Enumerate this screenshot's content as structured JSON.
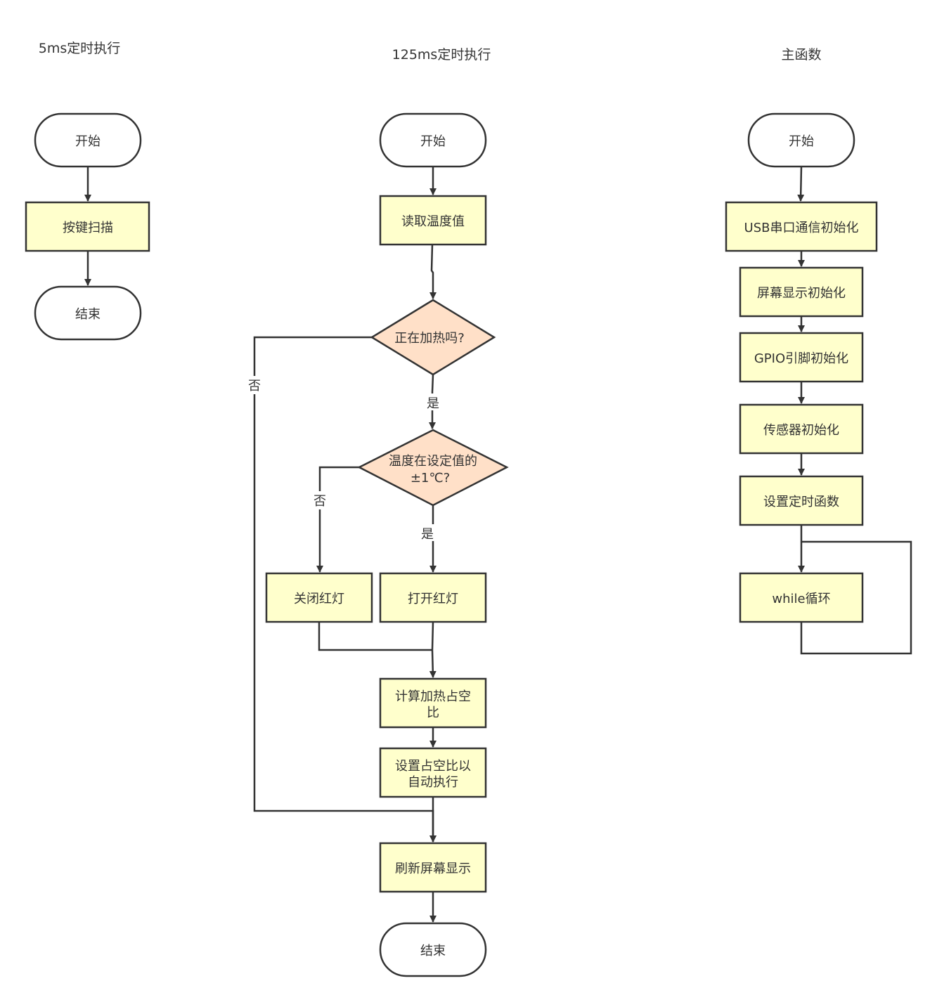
{
  "titles": {
    "col1": "5ms定时执行",
    "col2": "125ms定时执行",
    "col3": "主函数"
  },
  "col1": {
    "start": "开始",
    "scan": "按键扫描",
    "end": "结束"
  },
  "col2": {
    "start": "开始",
    "read": "读取温度值",
    "heating_q": "正在加热吗?",
    "temp_q_line1": "温度在设定值的",
    "temp_q_line2": "±1℃?",
    "red_off": "关闭红灯",
    "red_on": "打开红灯",
    "calc_line1": "计算加热占空",
    "calc_line2": "比",
    "set_line1": "设置占空比以",
    "set_line2": "自动执行",
    "refresh": "刷新屏幕显示",
    "end": "结束",
    "yes": "是",
    "no": "否"
  },
  "col3": {
    "start": "开始",
    "usb": "USB串口通信初始化",
    "screen": "屏幕显示初始化",
    "gpio": "GPIO引脚初始化",
    "sensor": "传感器初始化",
    "timer": "设置定时函数",
    "loop": "while循环"
  },
  "colors": {
    "stroke": "#333333",
    "process_fill": "#ffffcc",
    "decision_fill": "#ffe0c8",
    "terminal_fill": "#ffffff"
  }
}
